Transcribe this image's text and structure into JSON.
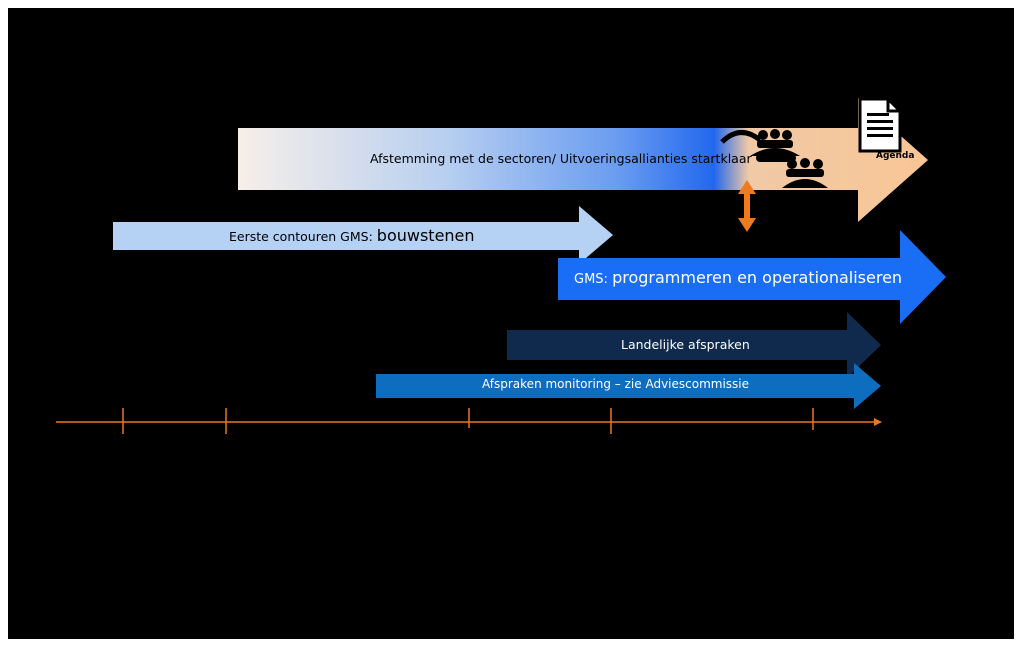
{
  "arrows": {
    "afstemming": {
      "label": "Afstemming met de sectoren/ Uitvoeringsallianties startklaar",
      "agenda": "Agenda"
    },
    "contouren": {
      "label_prefix": "Eerste contouren GMS:",
      "label_main": "bouwstenen"
    },
    "gms": {
      "label_prefix": "GMS:",
      "label_main": "programmeren en operationaliseren"
    },
    "landelijk": {
      "label": "Landelijke afspraken"
    },
    "monitoring": {
      "label": "Afspraken monitoring – zie Adviescommissie"
    }
  },
  "colors": {
    "background": "#000000",
    "timeline": "#e87722",
    "light_blue": "#b5d2f5",
    "bright_blue": "#1a6ef5",
    "navy": "#0f2a4d",
    "mid_blue": "#0d6dbf",
    "peach": "#f7c9a0",
    "orange_double_arrow": "#f07b1e"
  },
  "icons": [
    "meeting-group-icon",
    "agenda-document-icon",
    "double-arrow-icon"
  ]
}
